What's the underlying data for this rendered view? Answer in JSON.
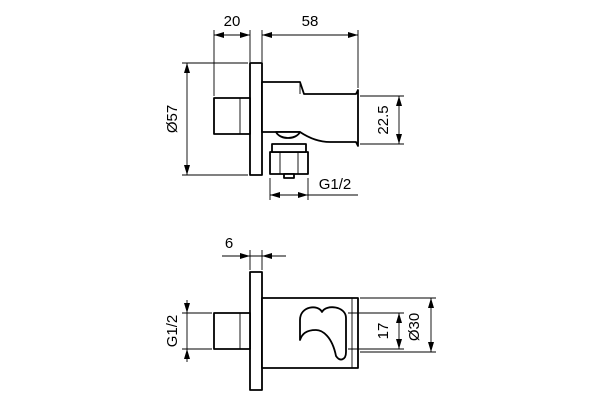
{
  "top_view": {
    "width_flange": "20",
    "length_holder": "58",
    "flange_diameter": "Ø57",
    "holder_height": "22.5",
    "thread": "G1/2"
  },
  "bottom_view": {
    "flange_thickness": "6",
    "thread": "G1/2",
    "holder_inner": "17",
    "holder_diameter": "Ø30"
  }
}
